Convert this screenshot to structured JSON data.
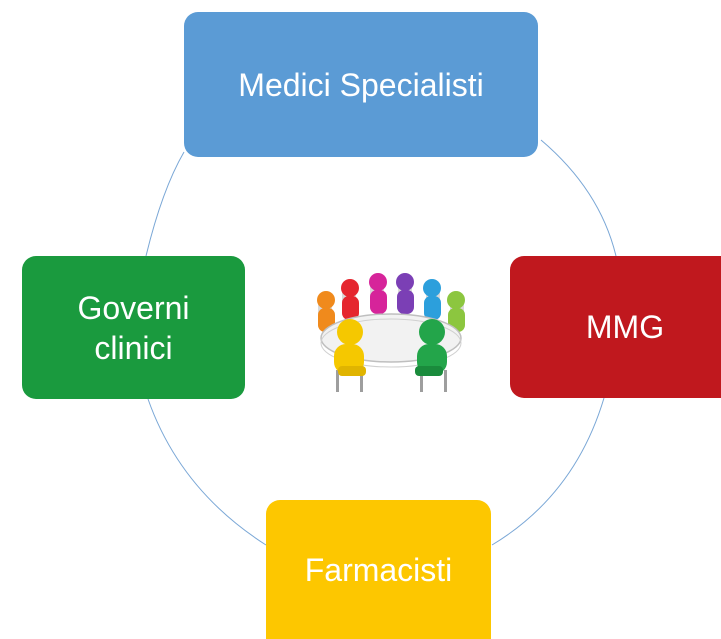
{
  "nodes": {
    "top": {
      "label": "Medici Specialisti",
      "color": "#5b9bd5"
    },
    "right": {
      "label": "MMG",
      "color": "#c0181e"
    },
    "bottom": {
      "label": "Farmacisti",
      "color": "#fdc700"
    },
    "left": {
      "label": "Governi\nclinici",
      "color": "#1a9a3e"
    }
  },
  "connector_color": "#7aa7d6",
  "center_image": {
    "icon": "round-table-meeting-icon"
  }
}
